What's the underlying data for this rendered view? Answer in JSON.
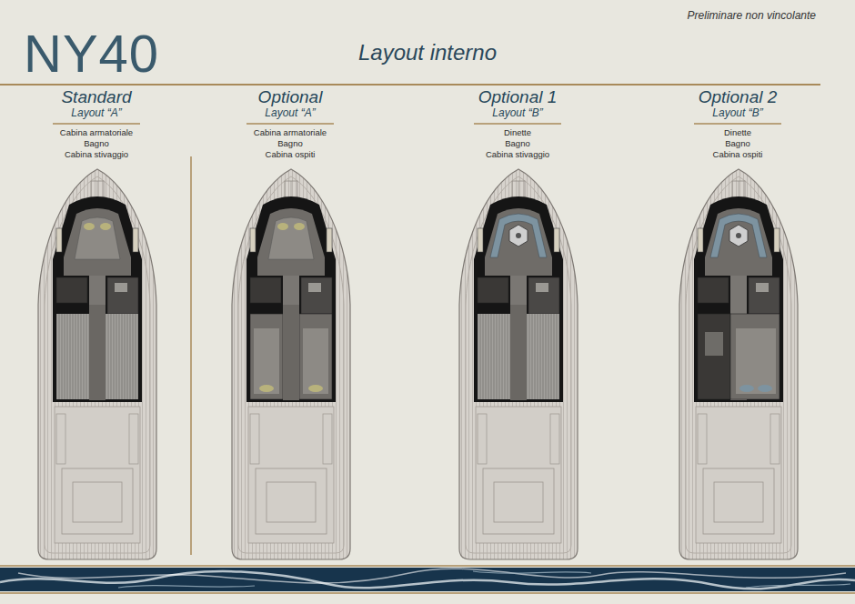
{
  "diagram": {
    "title": "Layout interno",
    "labels": [
      "Preliminare non vincolante",
      "NY40",
      "Standard",
      "Layout “A”",
      "Cabina armatoriale",
      "Bagno",
      "Cabina stivaggio",
      "Optional",
      "Layout “A”",
      "Cabina armatoriale",
      "Bagno",
      "Cabina ospiti",
      "Optional 1",
      "Layout “B”",
      "Dinette",
      "Bagno",
      "Cabina stivaggio",
      "Optional 2",
      "Layout “B”",
      "Dinette",
      "Bagno",
      "Cabina ospiti"
    ]
  }
}
